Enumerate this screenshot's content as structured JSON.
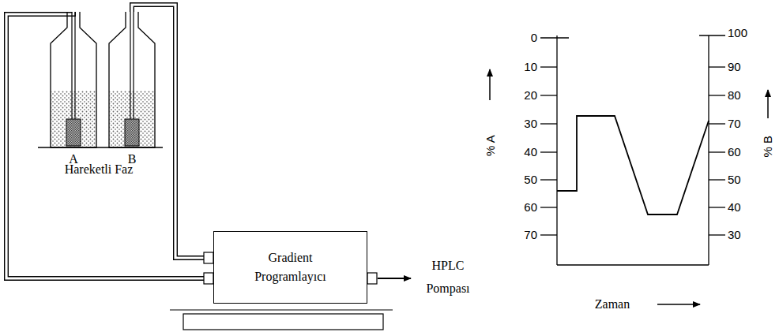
{
  "diagram": {
    "nodes": [
      {
        "text": [
          "A"
        ]
      },
      {
        "text": [
          "B"
        ]
      },
      {
        "text": [
          "Gradient Programlayıcı"
        ]
      }
    ],
    "edges": [
      {
        "from": 0,
        "to": 2,
        "arrow": "none"
      },
      {
        "from": 1,
        "to": 2,
        "arrow": "none"
      }
    ],
    "labels": [
      "Hareketli Faz",
      "HPLC Pompası",
      "0",
      "10",
      "20",
      "30",
      "40",
      "50",
      "60",
      "70",
      "% A",
      "100",
      "90",
      "80",
      "70",
      "60",
      "50",
      "40",
      "30",
      "% B",
      "Zaman"
    ]
  }
}
